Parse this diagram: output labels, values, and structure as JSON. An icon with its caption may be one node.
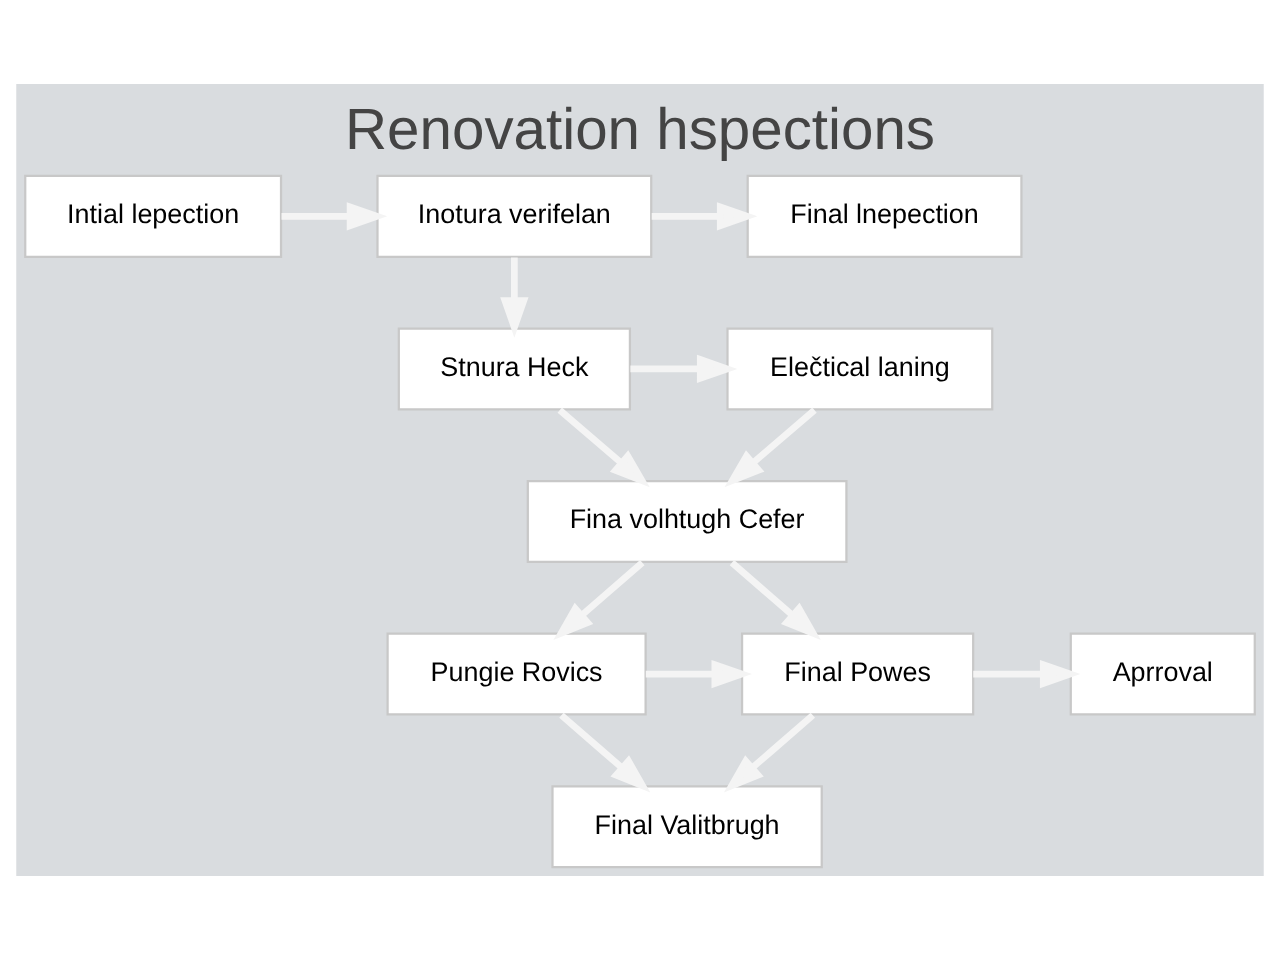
{
  "diagram": {
    "title": "Renovation hspections",
    "nodes": [
      {
        "text": [
          "Intial lepection"
        ]
      },
      {
        "text": [
          "Inotura verifelan"
        ]
      },
      {
        "text": [
          "Final lnepection"
        ]
      },
      {
        "text": [
          "Stnura Heck"
        ]
      },
      {
        "text": [
          "Elečtical laning"
        ]
      },
      {
        "text": [
          "Fina volhtugh Cefer"
        ]
      },
      {
        "text": [
          "Pungie Rovics"
        ]
      },
      {
        "text": [
          "Final Powes"
        ]
      },
      {
        "text": [
          "Aprroval"
        ]
      },
      {
        "text": [
          "Final Valitbrugh"
        ]
      }
    ],
    "edges": [
      {
        "from": 0,
        "to": 1,
        "arrow": "to"
      },
      {
        "from": 1,
        "to": 2,
        "arrow": "to"
      },
      {
        "from": 1,
        "to": 3,
        "arrow": "to"
      },
      {
        "from": 3,
        "to": 4,
        "arrow": "to"
      },
      {
        "from": 3,
        "to": 5,
        "arrow": "to"
      },
      {
        "from": 4,
        "to": 5,
        "arrow": "to"
      },
      {
        "from": 5,
        "to": 6,
        "arrow": "to"
      },
      {
        "from": 5,
        "to": 7,
        "arrow": "to"
      },
      {
        "from": 6,
        "to": 7,
        "arrow": "to"
      },
      {
        "from": 7,
        "to": 8,
        "arrow": "to"
      },
      {
        "from": 7,
        "to": 9,
        "arrow": "to"
      },
      {
        "from": 6,
        "to": 9,
        "arrow": "to"
      }
    ]
  }
}
